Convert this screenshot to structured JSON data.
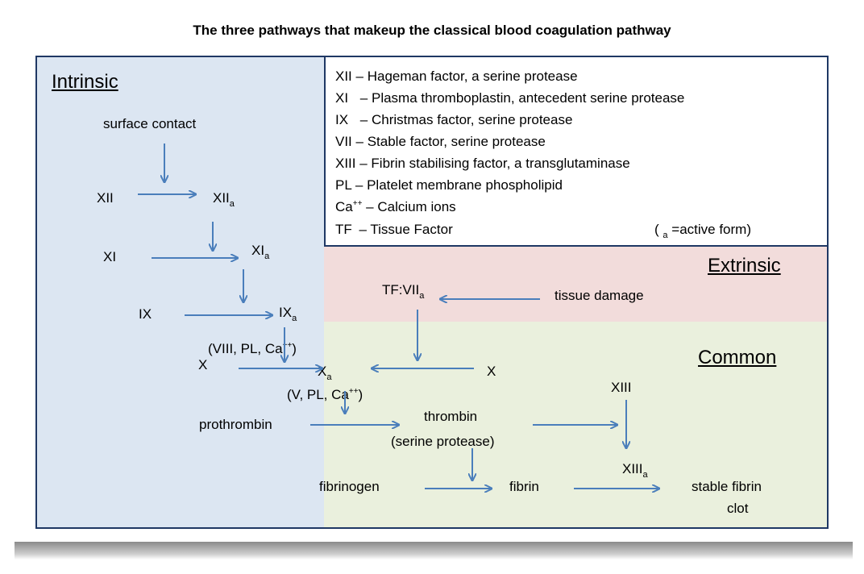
{
  "title": "The three pathways that makeup the classical blood coagulation pathway",
  "headings": {
    "intrinsic": "Intrinsic",
    "extrinsic": "Extrinsic",
    "common": "Common"
  },
  "legend": [
    {
      "code": "XII",
      "sup": "",
      "text": "– Hageman factor, a serine protease"
    },
    {
      "code": "XI",
      "sup": "",
      "text": "– Plasma thromboplastin, antecedent serine protease"
    },
    {
      "code": "IX",
      "sup": "",
      "text": "– Christmas factor, serine protease"
    },
    {
      "code": "VII",
      "sup": "",
      "text": "– Stable factor, serine protease"
    },
    {
      "code": "XIII",
      "sup": "",
      "text": "– Fibrin stabilising factor, a transglutaminase"
    },
    {
      "code": "PL",
      "sup": "",
      "text": "– Platelet membrane phospholipid"
    },
    {
      "code": "Ca",
      "sup": "++",
      "text": "– Calcium ions"
    },
    {
      "code": "TF",
      "sup": "",
      "text": "– Tissue Factor"
    }
  ],
  "legend_note": {
    "open": "(",
    "sub": "a",
    "text": "=active form)"
  },
  "nodes": {
    "surface_contact": "surface contact",
    "xii": "XII",
    "xiia": {
      "base": "XII",
      "sub": "a"
    },
    "xi": "XI",
    "xia": {
      "base": "XI",
      "sub": "a"
    },
    "ix": "IX",
    "ixa": {
      "base": "IX",
      "sub": "a"
    },
    "x_intrinsic": "X",
    "cofactors_1": {
      "text": "(VIII, PL, Ca",
      "sup": "++",
      "close": ")"
    },
    "xa": {
      "base": "X",
      "sub": "a"
    },
    "x_extrinsic": "X",
    "cofactors_2": {
      "text": "(V, PL, Ca",
      "sup": "++",
      "close": ")"
    },
    "tf_viia": {
      "base": "TF:VII",
      "sub": "a"
    },
    "tissue_damage": "tissue damage",
    "prothrombin": "prothrombin",
    "thrombin": "thrombin",
    "thrombin_note": "(serine protease)",
    "xiii": "XIII",
    "xiiia": {
      "base": "XIII",
      "sub": "a"
    },
    "fibrinogen": "fibrinogen",
    "fibrin": "fibrin",
    "stable_fibrin_clot_1": "stable fibrin",
    "stable_fibrin_clot_2": "clot"
  },
  "colors": {
    "arrow": "#4a7ebb",
    "intrinsic_bg": "#dce6f2",
    "extrinsic_bg": "#f2dcdb",
    "common_bg": "#eaf0dd",
    "border": "#1f3864"
  }
}
